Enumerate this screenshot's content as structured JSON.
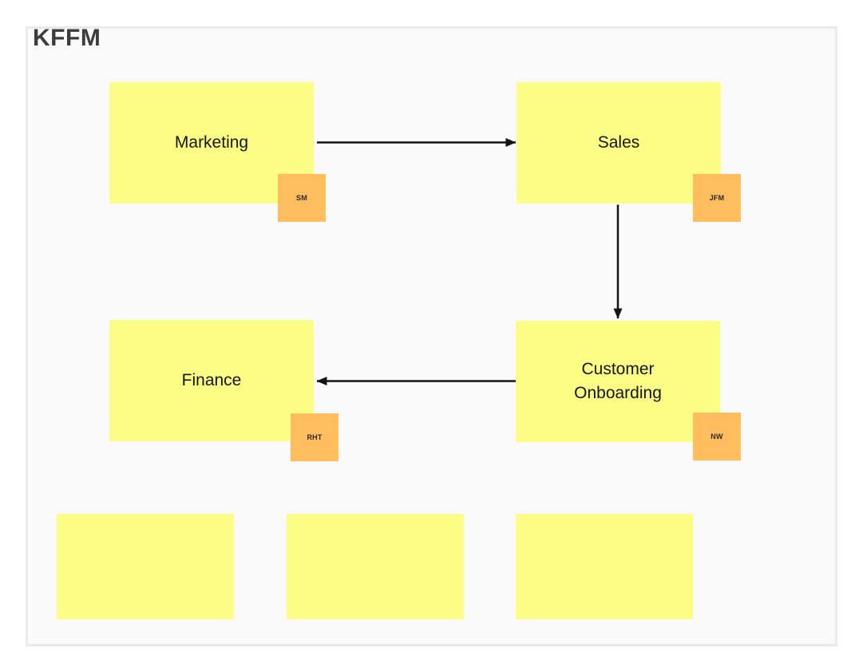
{
  "board": {
    "title": "KFFM",
    "colors": {
      "sticky_yellow": "#FBFD85",
      "tag_orange": "#FFBD5E",
      "canvas_background": "#FAFAFA",
      "canvas_border": "#EAEAEA",
      "arrow_black": "#141414",
      "title_gray": "#3C3C3C"
    },
    "nodes": [
      {
        "label": "Marketing",
        "tag": "SM"
      },
      {
        "label": "Sales",
        "tag": "JFM"
      },
      {
        "label": "Finance",
        "tag": "RHT"
      },
      {
        "label": "Customer Onboarding",
        "tag": "NW"
      }
    ],
    "empty_note_count": 3,
    "connections": [
      {
        "from": "Marketing",
        "to": "Sales"
      },
      {
        "from": "Sales",
        "to": "Customer Onboarding"
      },
      {
        "from": "Customer Onboarding",
        "to": "Finance"
      }
    ]
  }
}
